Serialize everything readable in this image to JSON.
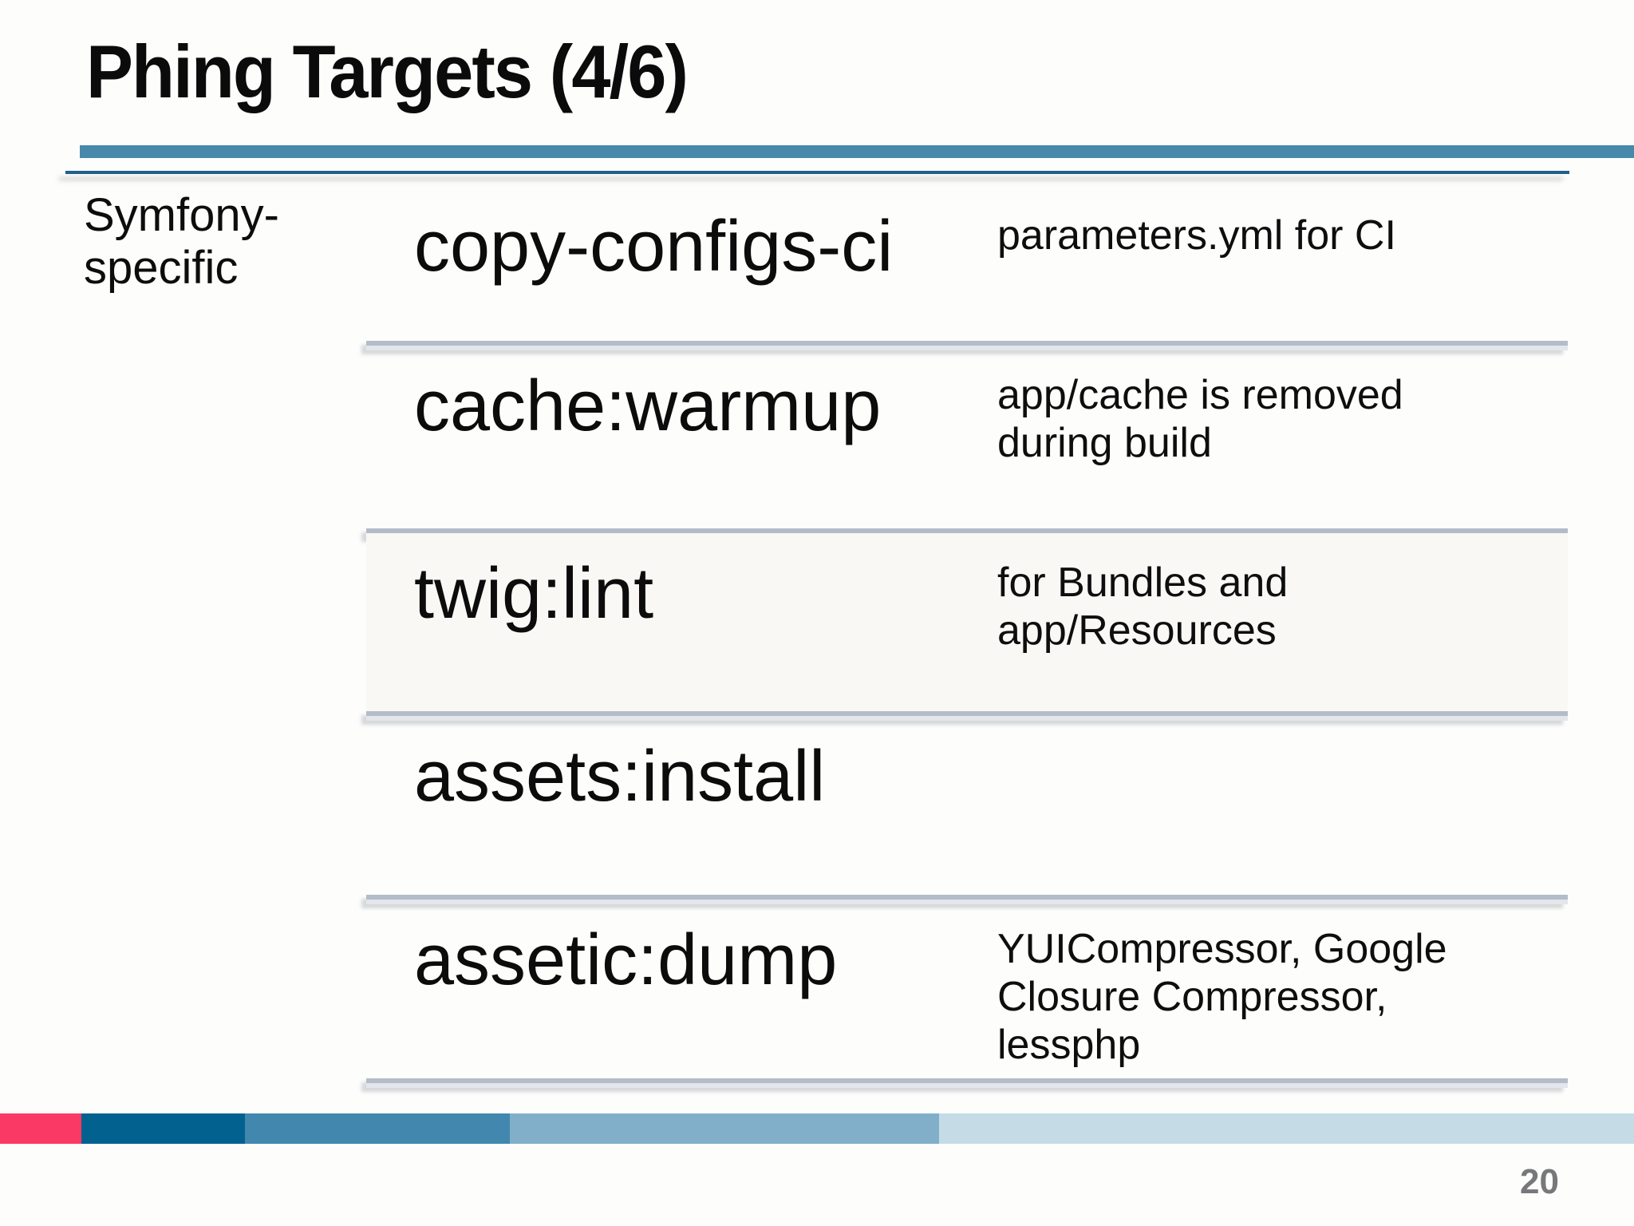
{
  "slide": {
    "title": "Phing Targets (4/6)",
    "category_label": "Symfony-specific",
    "rows": [
      {
        "target": "copy-configs-ci",
        "description": "parameters.yml for CI"
      },
      {
        "target": "cache:warmup",
        "description": "app/cache is removed during build"
      },
      {
        "target": "twig:lint",
        "description": "for Bundles and app/Resources"
      },
      {
        "target": "assets:install",
        "description": ""
      },
      {
        "target": "assetic:dump",
        "description": "YUICompressor, Google Closure Compressor, lessphp"
      }
    ],
    "page_number": "20",
    "colors": {
      "header_bar_thick": "#4788ab",
      "header_line_thin": "#20608c",
      "divider_top": "#b3bcc8",
      "divider_bottom": "#e3e6ea",
      "page_number": "#77787a",
      "bottom_bar_segments": [
        "#fa3a64",
        "#02618f",
        "#4287ae",
        "#81afca",
        "#c5dbe6"
      ]
    }
  }
}
